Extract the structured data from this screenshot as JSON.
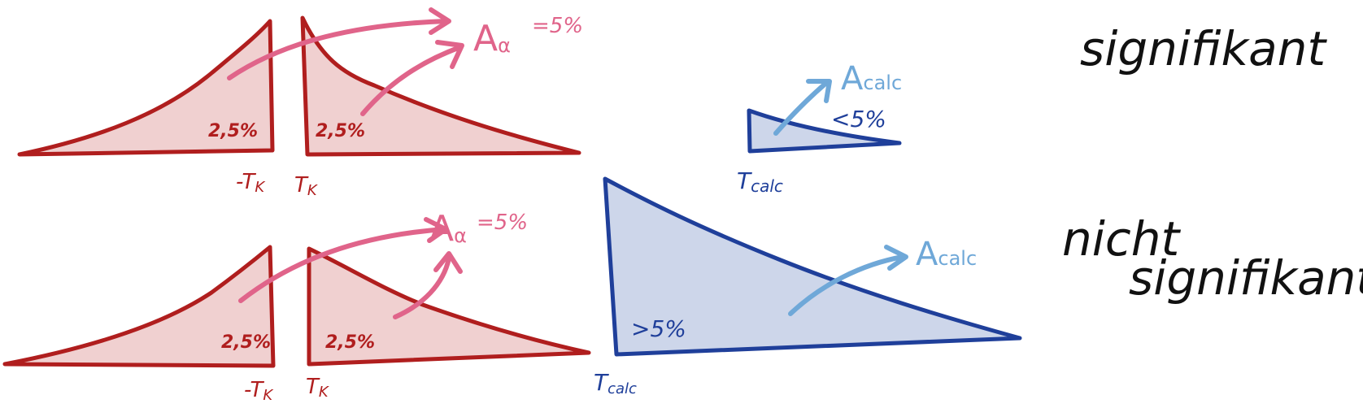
{
  "top_row": {
    "left_tail_pct": "2,5%",
    "right_tail_pct": "2,5%",
    "neg_tk": "-T",
    "neg_tk_sub": "K",
    "tk": "T",
    "tk_sub": "K",
    "alpha_main": "A",
    "alpha_sub": "α",
    "alpha_value": "=5%",
    "calc_tail_pct": "<5%",
    "calc_area_main": "A",
    "calc_area_sub": "calc",
    "t_calc_main": "T",
    "t_calc_sub": "calc",
    "verdict": "signifikant"
  },
  "bottom_row": {
    "left_tail_pct": "2,5%",
    "right_tail_pct": "2,5%",
    "neg_tk": "-T",
    "neg_tk_sub": "K",
    "tk": "T",
    "tk_sub": "K",
    "alpha_main": "A",
    "alpha_sub": "α",
    "alpha_value": "=5%",
    "calc_tail_pct": ">5%",
    "calc_area_main": "A",
    "calc_area_sub": "calc",
    "t_calc_main": "T",
    "t_calc_sub": "calc",
    "verdict_line1": "nicht",
    "verdict_line2": "signifikant"
  },
  "colors": {
    "red_stroke": "#b01e1e",
    "red_fill": "#f0d0d0",
    "pink": "#e0648a",
    "blue_stroke": "#1f3f9a",
    "blue_fill": "#cdd6ea",
    "light_blue": "#6fa8d8",
    "black": "#111111"
  }
}
